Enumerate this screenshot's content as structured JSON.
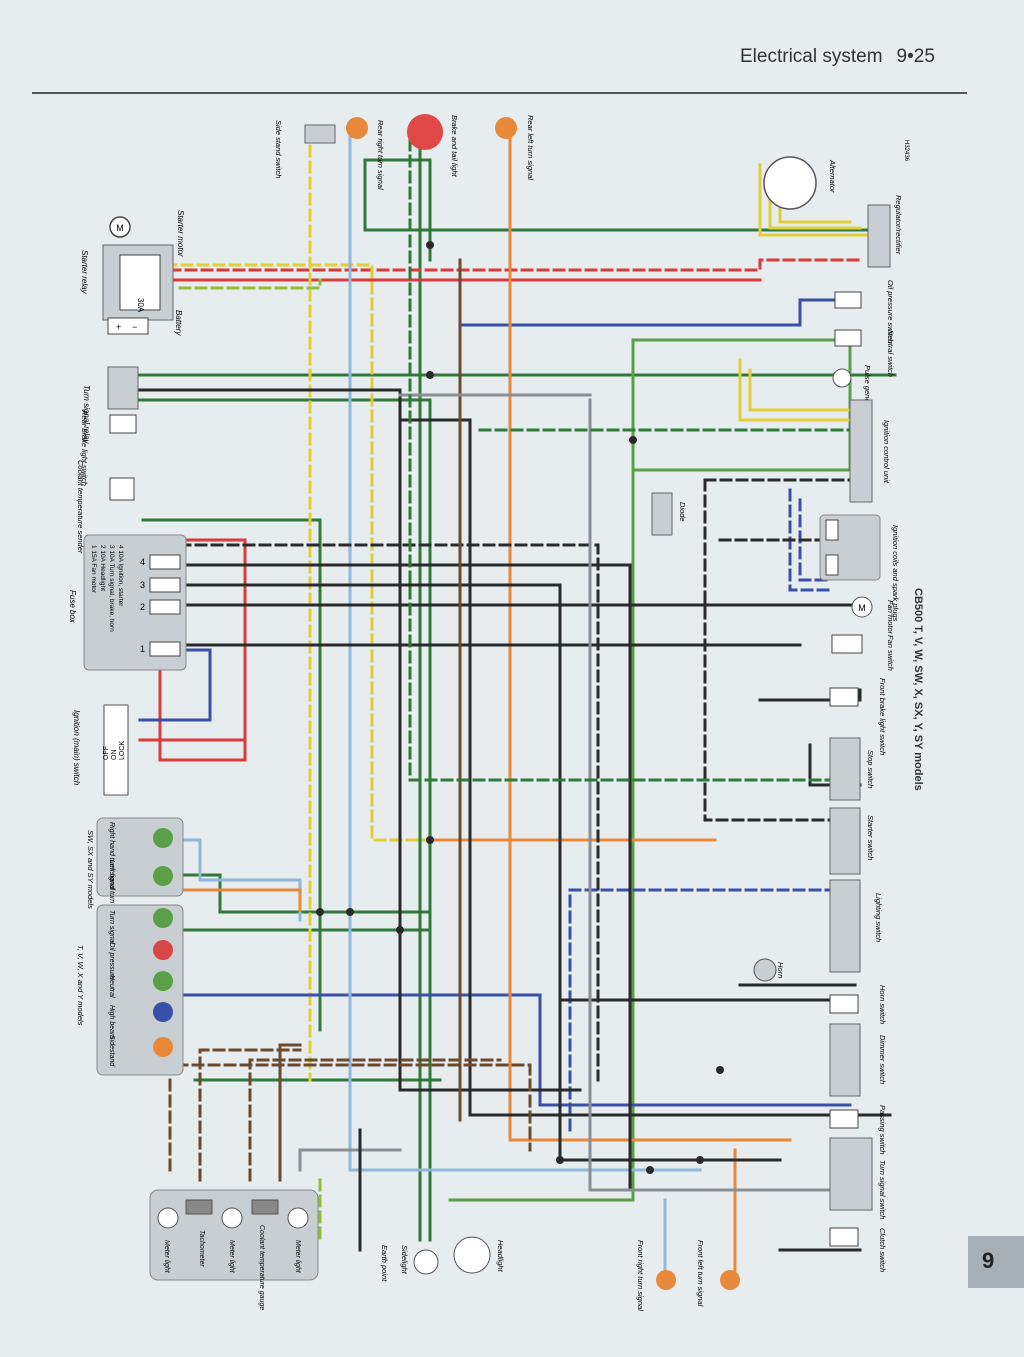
{
  "header": {
    "section_title": "Electrical system",
    "page_number": "9•25"
  },
  "side_tab": "9",
  "diagram_title": "CB500 T, V, W, SW, X, SX, Y, SY models",
  "ref_code": "H32436",
  "wire_colors": {
    "green": "#2f7a3a",
    "red": "#d93a3a",
    "blue": "#3a4fa8",
    "lightblue": "#8fb8dc",
    "orange": "#e8893a",
    "yellow": "#e0cf3a",
    "black": "#2a2a2a",
    "brown": "#6b4a2e",
    "grey": "#8a8f95",
    "yellowgreen": "#8fbf3a"
  },
  "components": {
    "starter_motor": "Starter motor",
    "starter_relay": "Starter relay",
    "relay_fuse": "30A",
    "battery": "Battery",
    "turn_signal_relay": "Turn signal relay",
    "rear_brake_switch": "Rear brake light switch",
    "coolant_sender": "Coolant temperature sender",
    "fuse_box": "Fuse box",
    "fuse_lines": [
      "1  15A  Fan motor",
      "2  10A  Headlight",
      "3  10A  Turn signal, brake, horn",
      "4  10A  Ignition, starter"
    ],
    "fuse_numbers": [
      "1",
      "2",
      "3",
      "4"
    ],
    "ignition_switch": "Ignition (main) switch",
    "ignition_positions": [
      "OFF",
      "ON",
      "LOCK"
    ],
    "side_stand_switch": "Side stand switch",
    "rear_right_turn": "Rear right turn signal",
    "brake_tail": "Brake and tail light",
    "rear_left_turn": "Rear left turn signal",
    "alternator": "Alternator",
    "regulator": "Regulator/rectifier",
    "oil_pressure_switch": "Oil pressure switch",
    "neutral_switch": "Neutral switch",
    "pulse_coil": "Pulse generator coil",
    "icu": "Ignition control unit",
    "diode": "Diode",
    "ignition_coils": "Ignition coils and spark plugs",
    "fan_motor": "Fan motor",
    "fan_switch": "Fan switch",
    "front_brake_switch": "Front brake light switch",
    "stop_switch": "Stop switch",
    "starter_switch": "Starter switch",
    "lighting_switch": "Lighting switch",
    "horn": "Horn",
    "horn_switch": "Horn switch",
    "dimmer_switch": "Dimmer switch",
    "passing_switch": "Passing switch",
    "turn_signal_switch": "Turn signal switch",
    "clutch_switch": "Clutch switch",
    "front_right_turn": "Front right turn signal",
    "front_left_turn": "Front left turn signal",
    "headlight": "Headlight",
    "sidelight": "Sidelight",
    "earth_point": "Earth point",
    "meter_light_1": "Meter light",
    "tachometer": "Tachometer",
    "meter_light_2": "Meter light",
    "coolant_gauge": "Coolant temperature gauge",
    "meter_light_3": "Meter light",
    "sw_models_group": "SW, SX and SY models",
    "right_hand_turn": "Right hand turn signal",
    "left_hand_turn": "Left hand turn signal",
    "tvw_models_group": "T, V, W, X and Y models",
    "ind_turn": "Turn signal",
    "ind_oil": "Oil pressure",
    "ind_neutral": "Neutral",
    "ind_high": "High beam",
    "ind_sidestand": "Sidestand"
  }
}
